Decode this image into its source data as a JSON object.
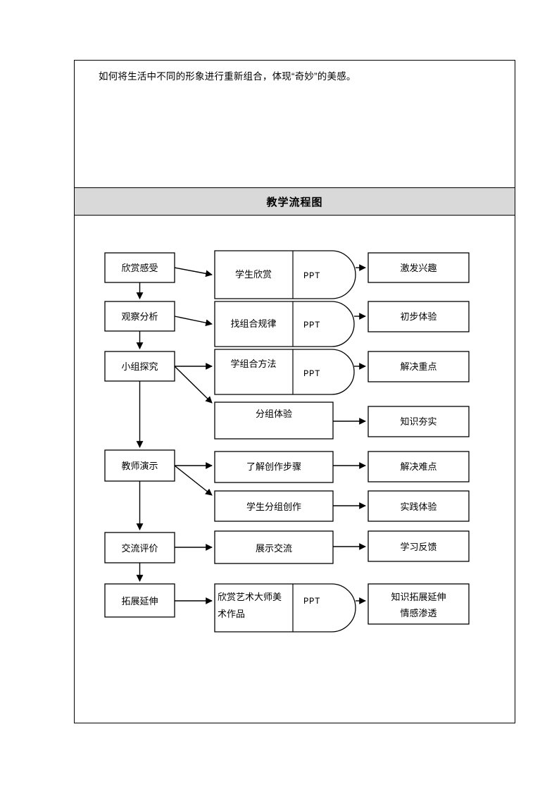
{
  "document": {
    "intro_text": "如何将生活中不同的形象进行重新组合，体现“奇妙”的美感。",
    "section_title": "教学流程图"
  },
  "flowchart": {
    "stages": [
      {
        "id": "stage-1",
        "label": "欣赏感受"
      },
      {
        "id": "stage-2",
        "label": "观察分析"
      },
      {
        "id": "stage-3",
        "label": "小组探究"
      },
      {
        "id": "stage-4",
        "label": "教师演示"
      },
      {
        "id": "stage-5",
        "label": "交流评价"
      },
      {
        "id": "stage-6",
        "label": "拓展延伸"
      }
    ],
    "activities": [
      {
        "id": "activity-1",
        "label": "学生欣赏",
        "media": "PPT"
      },
      {
        "id": "activity-2",
        "label": "找组合规律",
        "media": "PPT"
      },
      {
        "id": "activity-3",
        "label": "学组合方法",
        "media": "PPT"
      },
      {
        "id": "activity-4",
        "label": "分组体验",
        "media": ""
      },
      {
        "id": "activity-5",
        "label": "了解创作步骤",
        "media": ""
      },
      {
        "id": "activity-6",
        "label": "学生分组创作",
        "media": ""
      },
      {
        "id": "activity-7",
        "label": "展示交流",
        "media": ""
      },
      {
        "id": "activity-8",
        "label_line1": "欣赏艺术大师美",
        "label_line2": "术作品",
        "media": "PPT"
      }
    ],
    "outcomes": [
      {
        "id": "outcome-1",
        "label": "激发兴趣"
      },
      {
        "id": "outcome-2",
        "label": "初步体验"
      },
      {
        "id": "outcome-3",
        "label": "解决重点"
      },
      {
        "id": "outcome-4",
        "label": "知识夯实"
      },
      {
        "id": "outcome-5",
        "label": "解决难点"
      },
      {
        "id": "outcome-6",
        "label": "实践体验"
      },
      {
        "id": "outcome-7",
        "label": "学习反馈"
      },
      {
        "id": "outcome-8",
        "label_line1": "知识拓展延伸",
        "label_line2": "情感渗透"
      }
    ],
    "colors": {
      "stroke": "#000000",
      "box_fill": "#ffffff",
      "header_band": "#d9d9d9"
    }
  }
}
